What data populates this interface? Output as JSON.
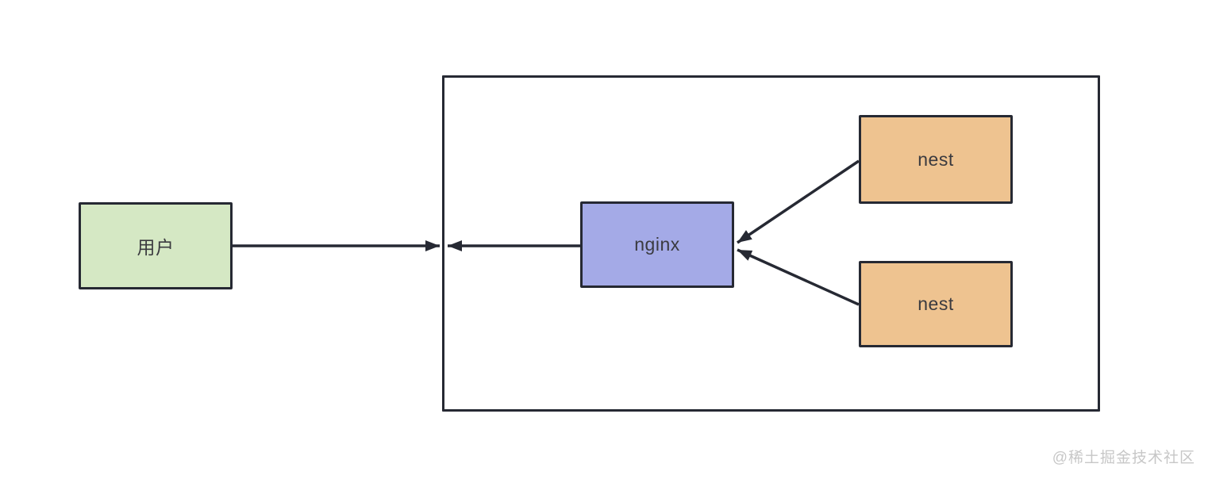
{
  "diagram": {
    "nodes": {
      "user": {
        "label": "用户",
        "fill": "#d5e8c4"
      },
      "nginx": {
        "label": "nginx",
        "fill": "#a4aae7"
      },
      "nest_top": {
        "label": "nest",
        "fill": "#eec390"
      },
      "nest_bottom": {
        "label": "nest",
        "fill": "#eec390"
      }
    },
    "colors": {
      "border": "#262933",
      "arrow": "#262933",
      "background": "#ffffff",
      "watermark_text": "#c7c7c7"
    },
    "connections": [
      {
        "from": "user",
        "to": "server-group",
        "direction": "right"
      },
      {
        "from": "nginx",
        "to": "server-group-left-edge",
        "direction": "left"
      },
      {
        "from": "nest_top",
        "to": "nginx",
        "direction": "down-left"
      },
      {
        "from": "nest_bottom",
        "to": "nginx",
        "direction": "up-left"
      }
    ],
    "watermark": "@稀土掘金技术社区"
  }
}
